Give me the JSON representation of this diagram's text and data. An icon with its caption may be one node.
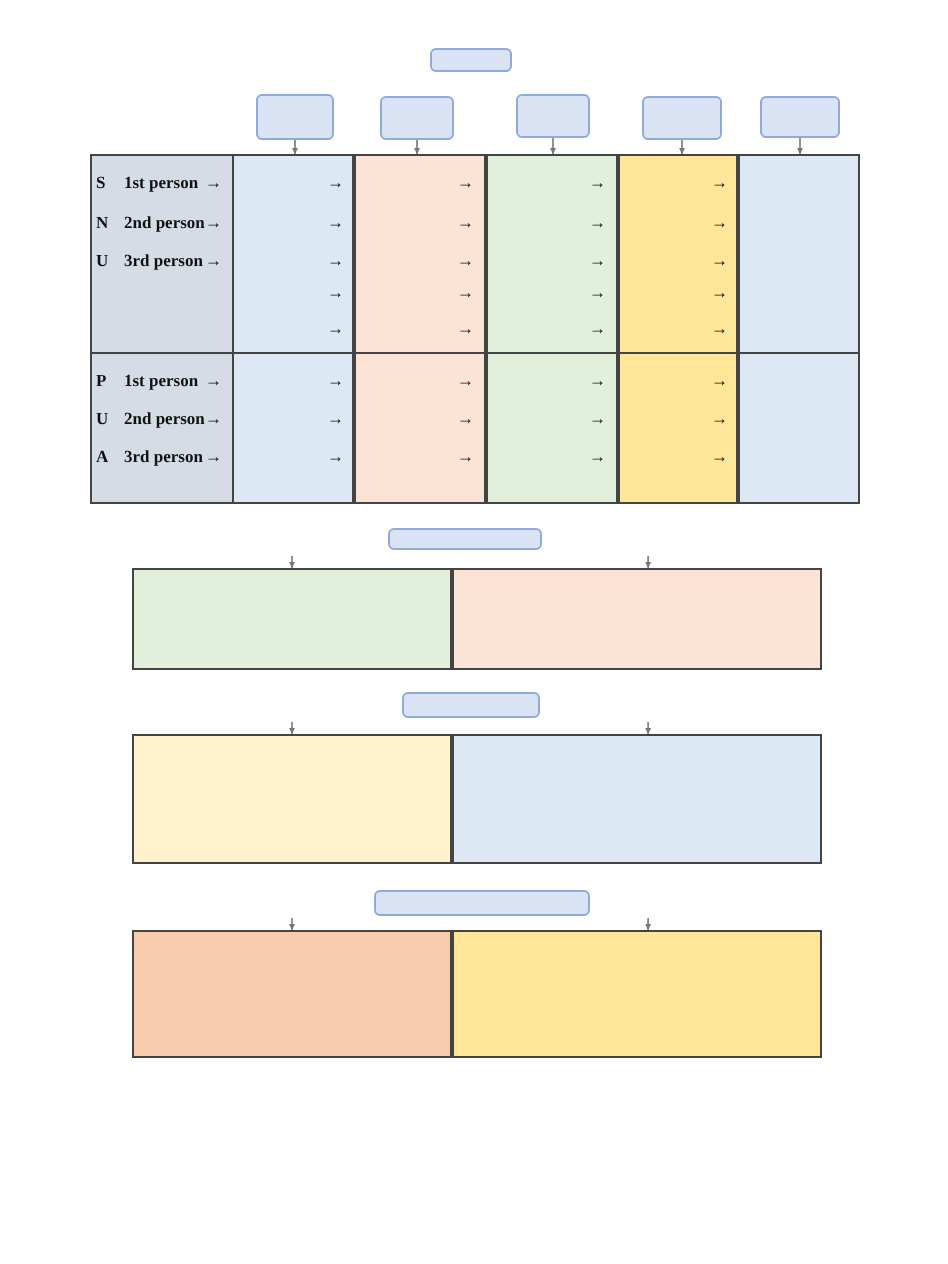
{
  "diagram": {
    "nodes": [
      {
        "text": [],
        "shape": "box"
      },
      {
        "text": [],
        "shape": "box"
      },
      {
        "text": [],
        "shape": "box"
      },
      {
        "text": [],
        "shape": "box"
      },
      {
        "text": [],
        "shape": "box"
      },
      {
        "text": [],
        "shape": "box"
      },
      {
        "text": [],
        "shape": "box"
      },
      {
        "text": [],
        "shape": "box"
      },
      {
        "text": [],
        "shape": "box"
      },
      {
        "text": [],
        "shape": "box"
      },
      {
        "text": [],
        "shape": "box"
      },
      {
        "text": [],
        "shape": "box"
      },
      {
        "text": [],
        "shape": "box"
      },
      {
        "text": [],
        "shape": "box"
      },
      {
        "text": [],
        "shape": "box"
      },
      {
        "text": [],
        "shape": "box"
      },
      {
        "text": [],
        "shape": "box"
      },
      {
        "text": [],
        "shape": "box"
      },
      {
        "text": [],
        "shape": "box"
      },
      {
        "text": [],
        "shape": "box"
      }
    ],
    "edges": [
      {
        "from": 1,
        "to": 6,
        "arrow": "to"
      },
      {
        "from": 2,
        "to": 7,
        "arrow": "to"
      },
      {
        "from": 3,
        "to": 8,
        "arrow": "to"
      },
      {
        "from": 4,
        "to": 9,
        "arrow": "to"
      },
      {
        "from": 5,
        "to": 10,
        "arrow": "to"
      },
      {
        "from": null,
        "to": 12,
        "arrow": "to"
      },
      {
        "from": null,
        "to": 13,
        "arrow": "to"
      },
      {
        "from": null,
        "to": 15,
        "arrow": "to"
      },
      {
        "from": null,
        "to": 16,
        "arrow": "to"
      },
      {
        "from": null,
        "to": 18,
        "arrow": "to"
      },
      {
        "from": null,
        "to": 19,
        "arrow": "to"
      }
    ],
    "labels": [
      "S",
      "1st person",
      "→",
      "→",
      "→",
      "→",
      "→",
      "N",
      "2nd person",
      "→",
      "→",
      "→",
      "→",
      "→",
      "U",
      "3rd person",
      "→",
      "→",
      "→",
      "→",
      "→",
      "→",
      "→",
      "→",
      "→",
      "→",
      "→",
      "→",
      "→",
      "P",
      "1st person",
      "→",
      "→",
      "→",
      "→",
      "→",
      "U",
      "2nd person",
      "→",
      "→",
      "→",
      "→",
      "→",
      "A",
      "3rd person",
      "→",
      "→",
      "→",
      "→",
      "→"
    ]
  }
}
